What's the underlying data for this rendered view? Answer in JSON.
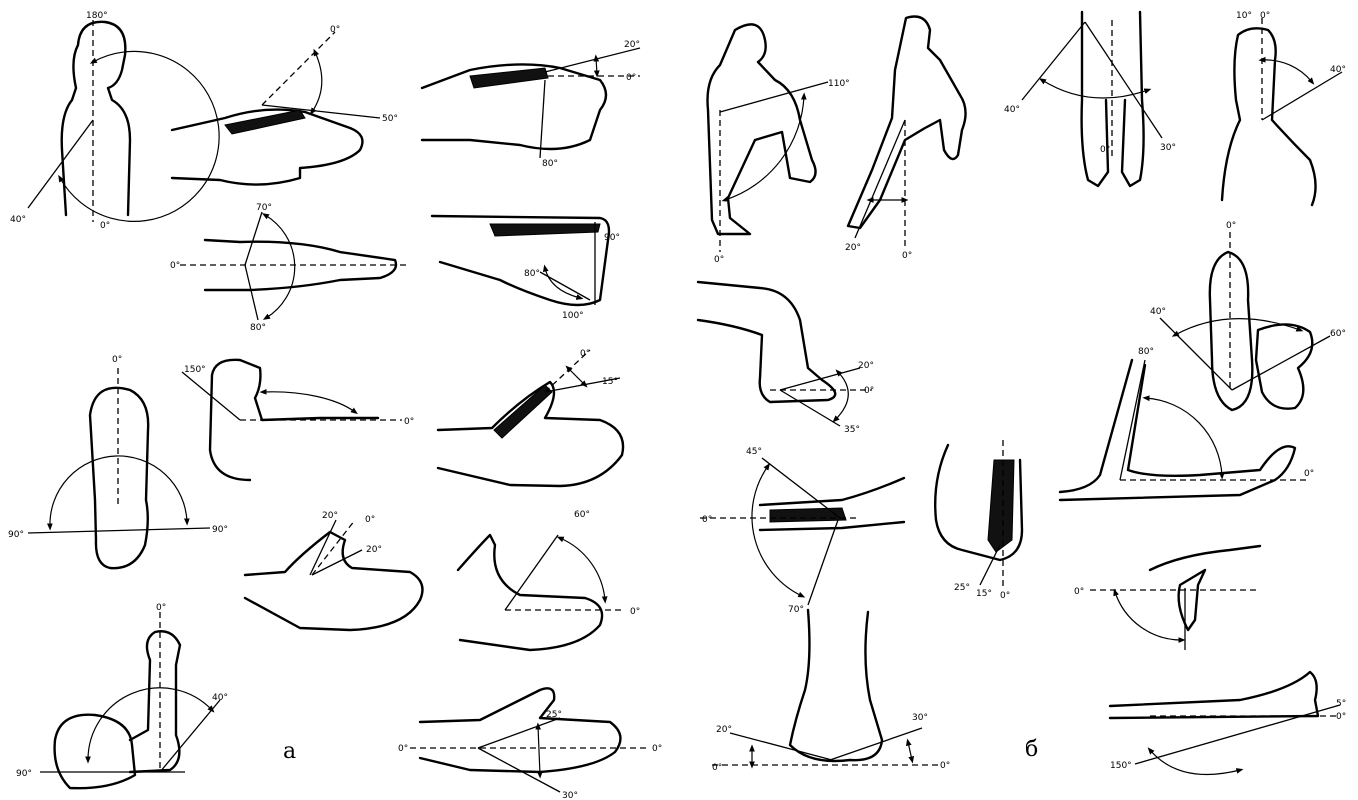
{
  "panels": {
    "a": "а",
    "b": "б"
  },
  "labels": {
    "shoulder_side": [
      "180°",
      "40°",
      "0°"
    ],
    "wrist_ext": [
      "0°",
      "50°"
    ],
    "finger_flex": [
      "20°",
      "0°",
      "80°"
    ],
    "hand_top": [
      "70°",
      "0°",
      "80°"
    ],
    "fist_side": [
      "90°",
      "80°",
      "100°"
    ],
    "forearm_rot": [
      "0°",
      "90°",
      "90°"
    ],
    "arm_forward": [
      "150°",
      "0°"
    ],
    "thumb_abd": [
      "0°",
      "15°"
    ],
    "finger_spread": [
      "20°",
      "0°",
      "20°"
    ],
    "thumb_palmar": [
      "60°",
      "0°"
    ],
    "shoulder_top": [
      "0°",
      "40°",
      "90°"
    ],
    "thumb_plane": [
      "0°",
      "25°",
      "0°",
      "30°"
    ],
    "hip_flex": [
      "110°",
      "0°"
    ],
    "hip_ext": [
      "20°",
      "0°"
    ],
    "hip_abd": [
      "40°",
      "30°",
      "0°"
    ],
    "foot_rot": [
      "10°",
      "0°",
      "40°"
    ],
    "ankle": [
      "20°",
      "0°",
      "35°"
    ],
    "foot_top": [
      "0°",
      "40°",
      "60°"
    ],
    "knee": [
      "80°",
      "0°"
    ],
    "toe_flex": [
      "45°",
      "0°",
      "70°"
    ],
    "toe_abd": [
      "25°",
      "15°",
      "0°"
    ],
    "knee_small": [
      "0°"
    ],
    "foot_front": [
      "20°",
      "30°",
      "0°",
      "0°"
    ],
    "leg_raise": [
      "5°",
      "0°",
      "150°"
    ]
  }
}
